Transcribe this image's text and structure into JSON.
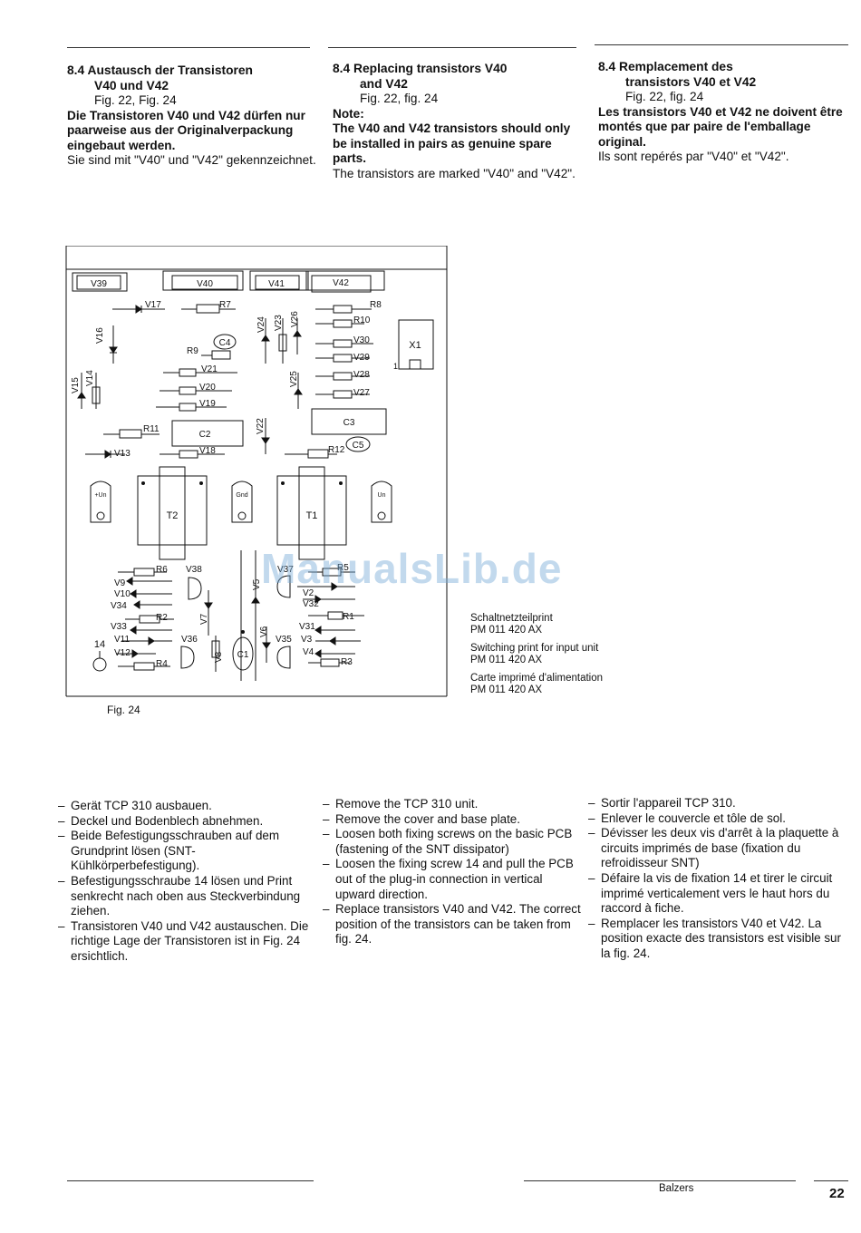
{
  "columns": [
    {
      "title_line1": "8.4 Austausch der Transistoren",
      "title_line2": "V40 und V42",
      "figref": "Fig. 22, Fig. 24",
      "note_label": "",
      "bold_text": "Die Transistoren V40 und V42 dürfen nur paarweise aus der Originalverpackung eingebaut werden.",
      "normal_text": "Sie sind mit \"V40\" und \"V42\" gekennzeichnet."
    },
    {
      "title_line1": "8.4 Replacing transistors V40",
      "title_line2": "and V42",
      "figref": "Fig. 22, fig. 24",
      "note_label": "Note:",
      "bold_text": "The V40 and V42 transistors should only be installed in pairs as genuine spare parts.",
      "normal_text": "The transistors are marked \"V40\" and \"V42\"."
    },
    {
      "title_line1": "8.4 Remplacement des",
      "title_line2": "transistors V40 et V42",
      "figref": "Fig. 22, fig. 24",
      "note_label": "",
      "bold_text": "Les transistors V40 et V42 ne doivent être montés que par paire de l'emballage original.",
      "normal_text": "Ils sont repérés par \"V40\" et \"V42\"."
    }
  ],
  "figure": {
    "label": "Fig. 24",
    "captions": {
      "de_title": "Schaltnetzteilprint",
      "de_code": "PM 011 420 AX",
      "en_title": "Switching print for input unit",
      "en_code": "PM 011 420 AX",
      "fr_title": "Carte imprimé d'alimentation",
      "fr_code": "PM 011 420 AX"
    },
    "components": {
      "v39": "V39",
      "v40": "V40",
      "v41": "V41",
      "v42": "V42",
      "v17": "V17",
      "r7": "R7",
      "r8": "R8",
      "r10": "R10",
      "r9": "R9",
      "c4": "C4",
      "v24": "V24",
      "v23": "V23",
      "v26": "V26",
      "v16": "V16",
      "v30": "V30",
      "v29": "V29",
      "x1": "X1",
      "x1_pin": "1",
      "v21": "V21",
      "v28": "V28",
      "v15": "V15",
      "v14": "V14",
      "v20": "V20",
      "v25": "V25",
      "v27": "V27",
      "v19": "V19",
      "r11": "R11",
      "c2": "C2",
      "v22": "V22",
      "c3": "C3",
      "v13": "V13",
      "v18": "V18",
      "r12": "R12",
      "c5": "C5",
      "plus_un": "+Un",
      "gnd": "Gnd",
      "un": "Un",
      "t2": "T2",
      "t1": "T1",
      "r6": "R6",
      "v38": "V38",
      "v37": "V37",
      "r5": "R5",
      "v9": "V9",
      "v10": "V10",
      "v34": "V34",
      "v5": "V5",
      "v2": "V2",
      "v32": "V32",
      "v7": "V7",
      "r2": "R2",
      "r1": "R1",
      "v33": "V33",
      "v36": "V36",
      "v6": "V6",
      "v35": "V35",
      "v31": "V31",
      "pad14": "14",
      "v11": "V11",
      "v3": "V3",
      "v12": "V12",
      "v8": "V8",
      "c1": "C1",
      "v4": "V4",
      "r4": "R4",
      "r3": "R3"
    }
  },
  "watermark": "ManualsLib.de",
  "steps": [
    [
      "Gerät TCP 310 ausbauen.",
      "Deckel und Bodenblech abnehmen.",
      "Beide Befestigungsschrauben auf dem Grundprint lösen (SNT-Kühlkörperbefestigung).",
      "Befestigungsschraube 14 lösen und Print senkrecht nach oben aus Steckverbindung ziehen.",
      "Transistoren V40 und V42 austauschen. Die richtige Lage der Transistoren ist in Fig. 24 ersichtlich."
    ],
    [
      "Remove the TCP 310 unit.",
      "Remove the cover and base plate.",
      "Loosen both fixing screws on the basic PCB (fastening of the SNT dissipator)",
      "Loosen the fixing screw 14 and pull the PCB out of the plug-in connection in vertical upward direction.",
      "Replace transistors V40 and V42. The correct position of the transistors can be taken from fig. 24."
    ],
    [
      "Sortir l'appareil TCP 310.",
      "Enlever le couvercle et tôle de sol.",
      "Dévisser les deux vis d'arrêt à la plaquette à circuits imprimés de base (fixation du refroidisseur SNT)",
      "Défaire la vis de fixation 14 et tirer le circuit imprimé verticalement vers le haut hors du raccord à fiche.",
      "Remplacer les transistors V40 et V42. La position exacte des transistors est visible sur la fig. 24."
    ]
  ],
  "footer": {
    "brand": "Balzers",
    "page": "22"
  }
}
